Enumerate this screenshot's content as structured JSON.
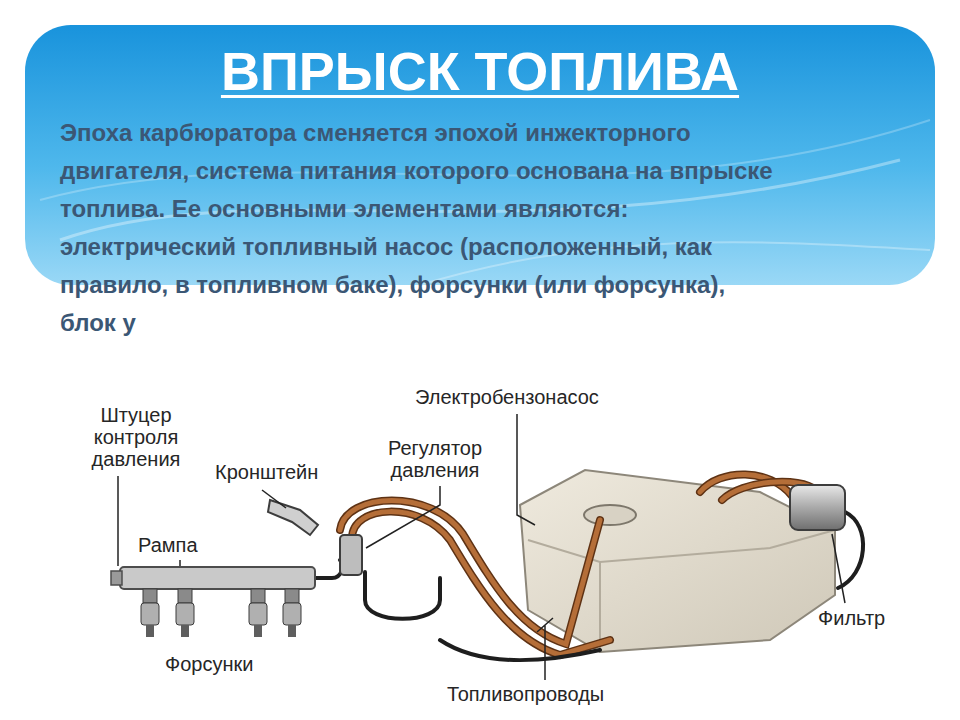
{
  "diagram": {
    "title": "ВПРЫСК ТОПЛИВА",
    "labels": [
      "Эпоха карбюратора сменяется эпохой инжекторного двигателя, система питания которого основана на впрыске топлива. Ее основными элементами являются: электрический топливный насос (расположенный, как правило, в топливном баке), форсунки (или форсунка), блок у",
      "Электробензонасос",
      "Штуцер контроля давления",
      "Кронштейн",
      "Регулятор давления",
      "Рампа",
      "Фильтр",
      "Форсунки",
      "Топливопроводы"
    ]
  }
}
